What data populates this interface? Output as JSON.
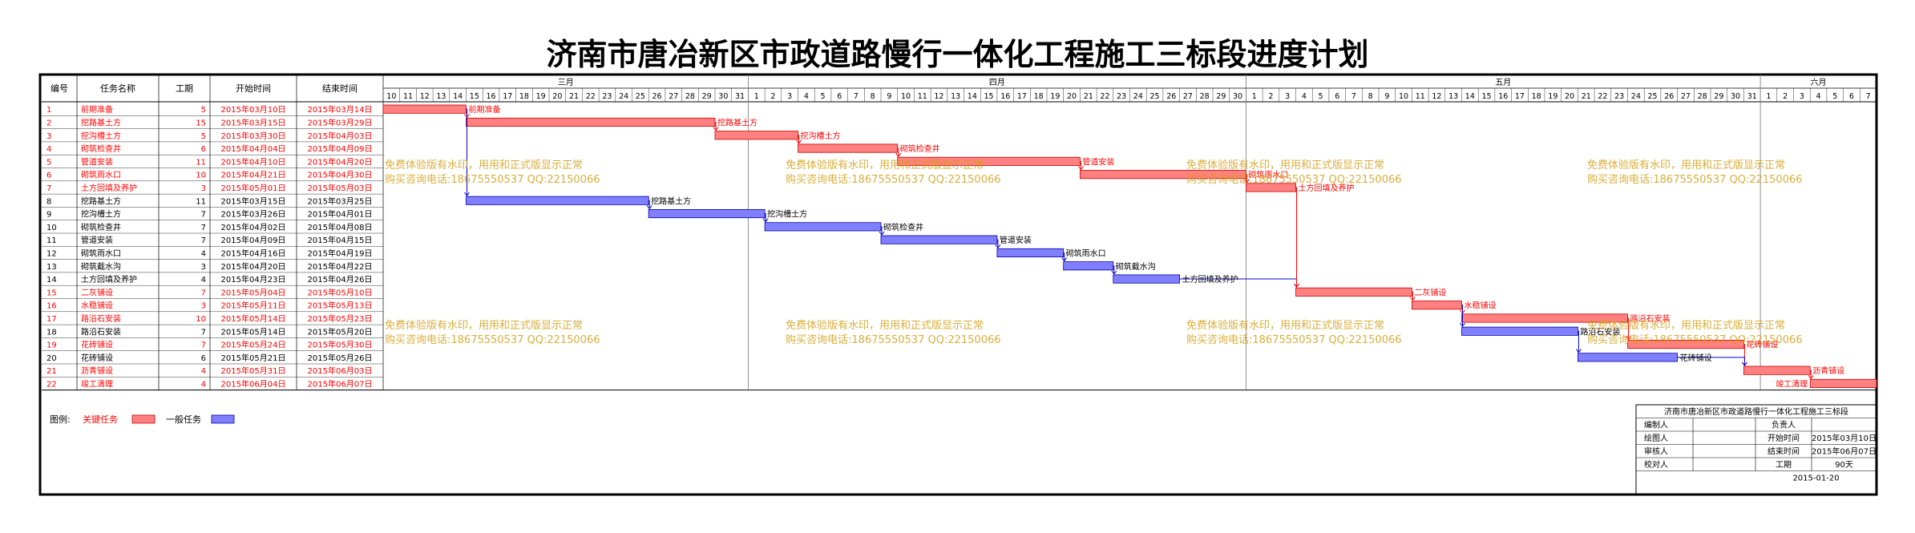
{
  "title": "济南市唐冶新区市政道路慢行一体化工程施工三标段进度计划",
  "columns": {
    "no": "编号",
    "name": "任务名称",
    "dur": "工期",
    "start": "开始时间",
    "end": "结束时间"
  },
  "months": [
    "三月",
    "四月",
    "五月",
    "六月"
  ],
  "watermark": {
    "line1": "免费体验版有水印，用用和正式版显示正常",
    "line2": "购买咨询电话:18675550537 QQ:22150066"
  },
  "legend": {
    "label": "图例:",
    "critical": "关键任务",
    "normal": "一般任务"
  },
  "colors": {
    "critical_bar": "#ff8080",
    "critical_text": "#ff0000",
    "normal_bar": "#8080ff",
    "link_normal": "#0000cc",
    "link_critical": "#ff0000",
    "watermark": "#d4a017"
  },
  "info_box": {
    "title": "济南市唐冶新区市政道路慢行一体化工程施工三标段",
    "rows": [
      {
        "k1": "编制人",
        "v1": "",
        "k2": "负责人",
        "v2": ""
      },
      {
        "k1": "绘图人",
        "v1": "",
        "k2": "开始时间",
        "v2": "2015年03月10日"
      },
      {
        "k1": "审核人",
        "v1": "",
        "k2": "结束时间",
        "v2": "2015年06月07日"
      },
      {
        "k1": "校对人",
        "v1": "",
        "k2": "工期",
        "v2": "90天"
      }
    ],
    "date": "2015-01-20"
  },
  "chart_data": {
    "type": "gantt",
    "x_range": [
      "2015-03-10",
      "2015-06-08"
    ],
    "tasks": [
      {
        "id": "1",
        "name": "前期准备",
        "duration": "5",
        "start": "2015年03月10日",
        "end": "2015年03月14日",
        "critical": true
      },
      {
        "id": "2",
        "name": "挖路基土方",
        "duration": "15",
        "start": "2015年03月15日",
        "end": "2015年03月29日",
        "critical": true
      },
      {
        "id": "3",
        "name": "挖沟槽土方",
        "duration": "5",
        "start": "2015年03月30日",
        "end": "2015年04月03日",
        "critical": true
      },
      {
        "id": "4",
        "name": "砌筑检查井",
        "duration": "6",
        "start": "2015年04月04日",
        "end": "2015年04月09日",
        "critical": true
      },
      {
        "id": "5",
        "name": "管道安装",
        "duration": "11",
        "start": "2015年04月10日",
        "end": "2015年04月20日",
        "critical": true
      },
      {
        "id": "6",
        "name": "砌筑雨水口",
        "duration": "10",
        "start": "2015年04月21日",
        "end": "2015年04月30日",
        "critical": true
      },
      {
        "id": "7",
        "name": "土方回填及养护",
        "duration": "3",
        "start": "2015年05月01日",
        "end": "2015年05月03日",
        "critical": true
      },
      {
        "id": "8",
        "name": "挖路基土方",
        "duration": "11",
        "start": "2015年03月15日",
        "end": "2015年03月25日",
        "critical": false
      },
      {
        "id": "9",
        "name": "挖沟槽土方",
        "duration": "7",
        "start": "2015年03月26日",
        "end": "2015年04月01日",
        "critical": false
      },
      {
        "id": "10",
        "name": "砌筑检查井",
        "duration": "7",
        "start": "2015年04月02日",
        "end": "2015年04月08日",
        "critical": false
      },
      {
        "id": "11",
        "name": "管道安装",
        "duration": "7",
        "start": "2015年04月09日",
        "end": "2015年04月15日",
        "critical": false
      },
      {
        "id": "12",
        "name": "砌筑雨水口",
        "duration": "4",
        "start": "2015年04月16日",
        "end": "2015年04月19日",
        "critical": false
      },
      {
        "id": "13",
        "name": "砌筑截水沟",
        "duration": "3",
        "start": "2015年04月20日",
        "end": "2015年04月22日",
        "critical": false
      },
      {
        "id": "14",
        "name": "土方回填及养护",
        "duration": "4",
        "start": "2015年04月23日",
        "end": "2015年04月26日",
        "critical": false
      },
      {
        "id": "15",
        "name": "二灰铺设",
        "duration": "7",
        "start": "2015年05月04日",
        "end": "2015年05月10日",
        "critical": true
      },
      {
        "id": "16",
        "name": "水稳铺设",
        "duration": "3",
        "start": "2015年05月11日",
        "end": "2015年05月13日",
        "critical": true
      },
      {
        "id": "17",
        "name": "路沿石安装",
        "duration": "10",
        "start": "2015年05月14日",
        "end": "2015年05月23日",
        "critical": true
      },
      {
        "id": "18",
        "name": "路沿石安装",
        "duration": "7",
        "start": "2015年05月14日",
        "end": "2015年05月20日",
        "critical": false
      },
      {
        "id": "19",
        "name": "花砖铺设",
        "duration": "7",
        "start": "2015年05月24日",
        "end": "2015年05月30日",
        "critical": true
      },
      {
        "id": "20",
        "name": "花砖铺设",
        "duration": "6",
        "start": "2015年05月21日",
        "end": "2015年05月26日",
        "critical": false
      },
      {
        "id": "21",
        "name": "沥青铺设",
        "duration": "4",
        "start": "2015年05月31日",
        "end": "2015年06月03日",
        "critical": true
      },
      {
        "id": "22",
        "name": "竣工清理",
        "duration": "4",
        "start": "2015年06月04日",
        "end": "2015年06月07日",
        "critical": true
      }
    ],
    "links": [
      [
        "1",
        "2"
      ],
      [
        "1",
        "8"
      ],
      [
        "2",
        "3"
      ],
      [
        "3",
        "4"
      ],
      [
        "4",
        "5"
      ],
      [
        "5",
        "6"
      ],
      [
        "6",
        "7"
      ],
      [
        "8",
        "9"
      ],
      [
        "9",
        "10"
      ],
      [
        "10",
        "11"
      ],
      [
        "11",
        "12"
      ],
      [
        "12",
        "13"
      ],
      [
        "13",
        "14"
      ],
      [
        "14",
        "15"
      ],
      [
        "7",
        "15"
      ],
      [
        "15",
        "16"
      ],
      [
        "16",
        "17"
      ],
      [
        "16",
        "18"
      ],
      [
        "17",
        "19"
      ],
      [
        "18",
        "20"
      ],
      [
        "19",
        "21"
      ],
      [
        "20",
        "21"
      ],
      [
        "21",
        "22"
      ]
    ]
  }
}
